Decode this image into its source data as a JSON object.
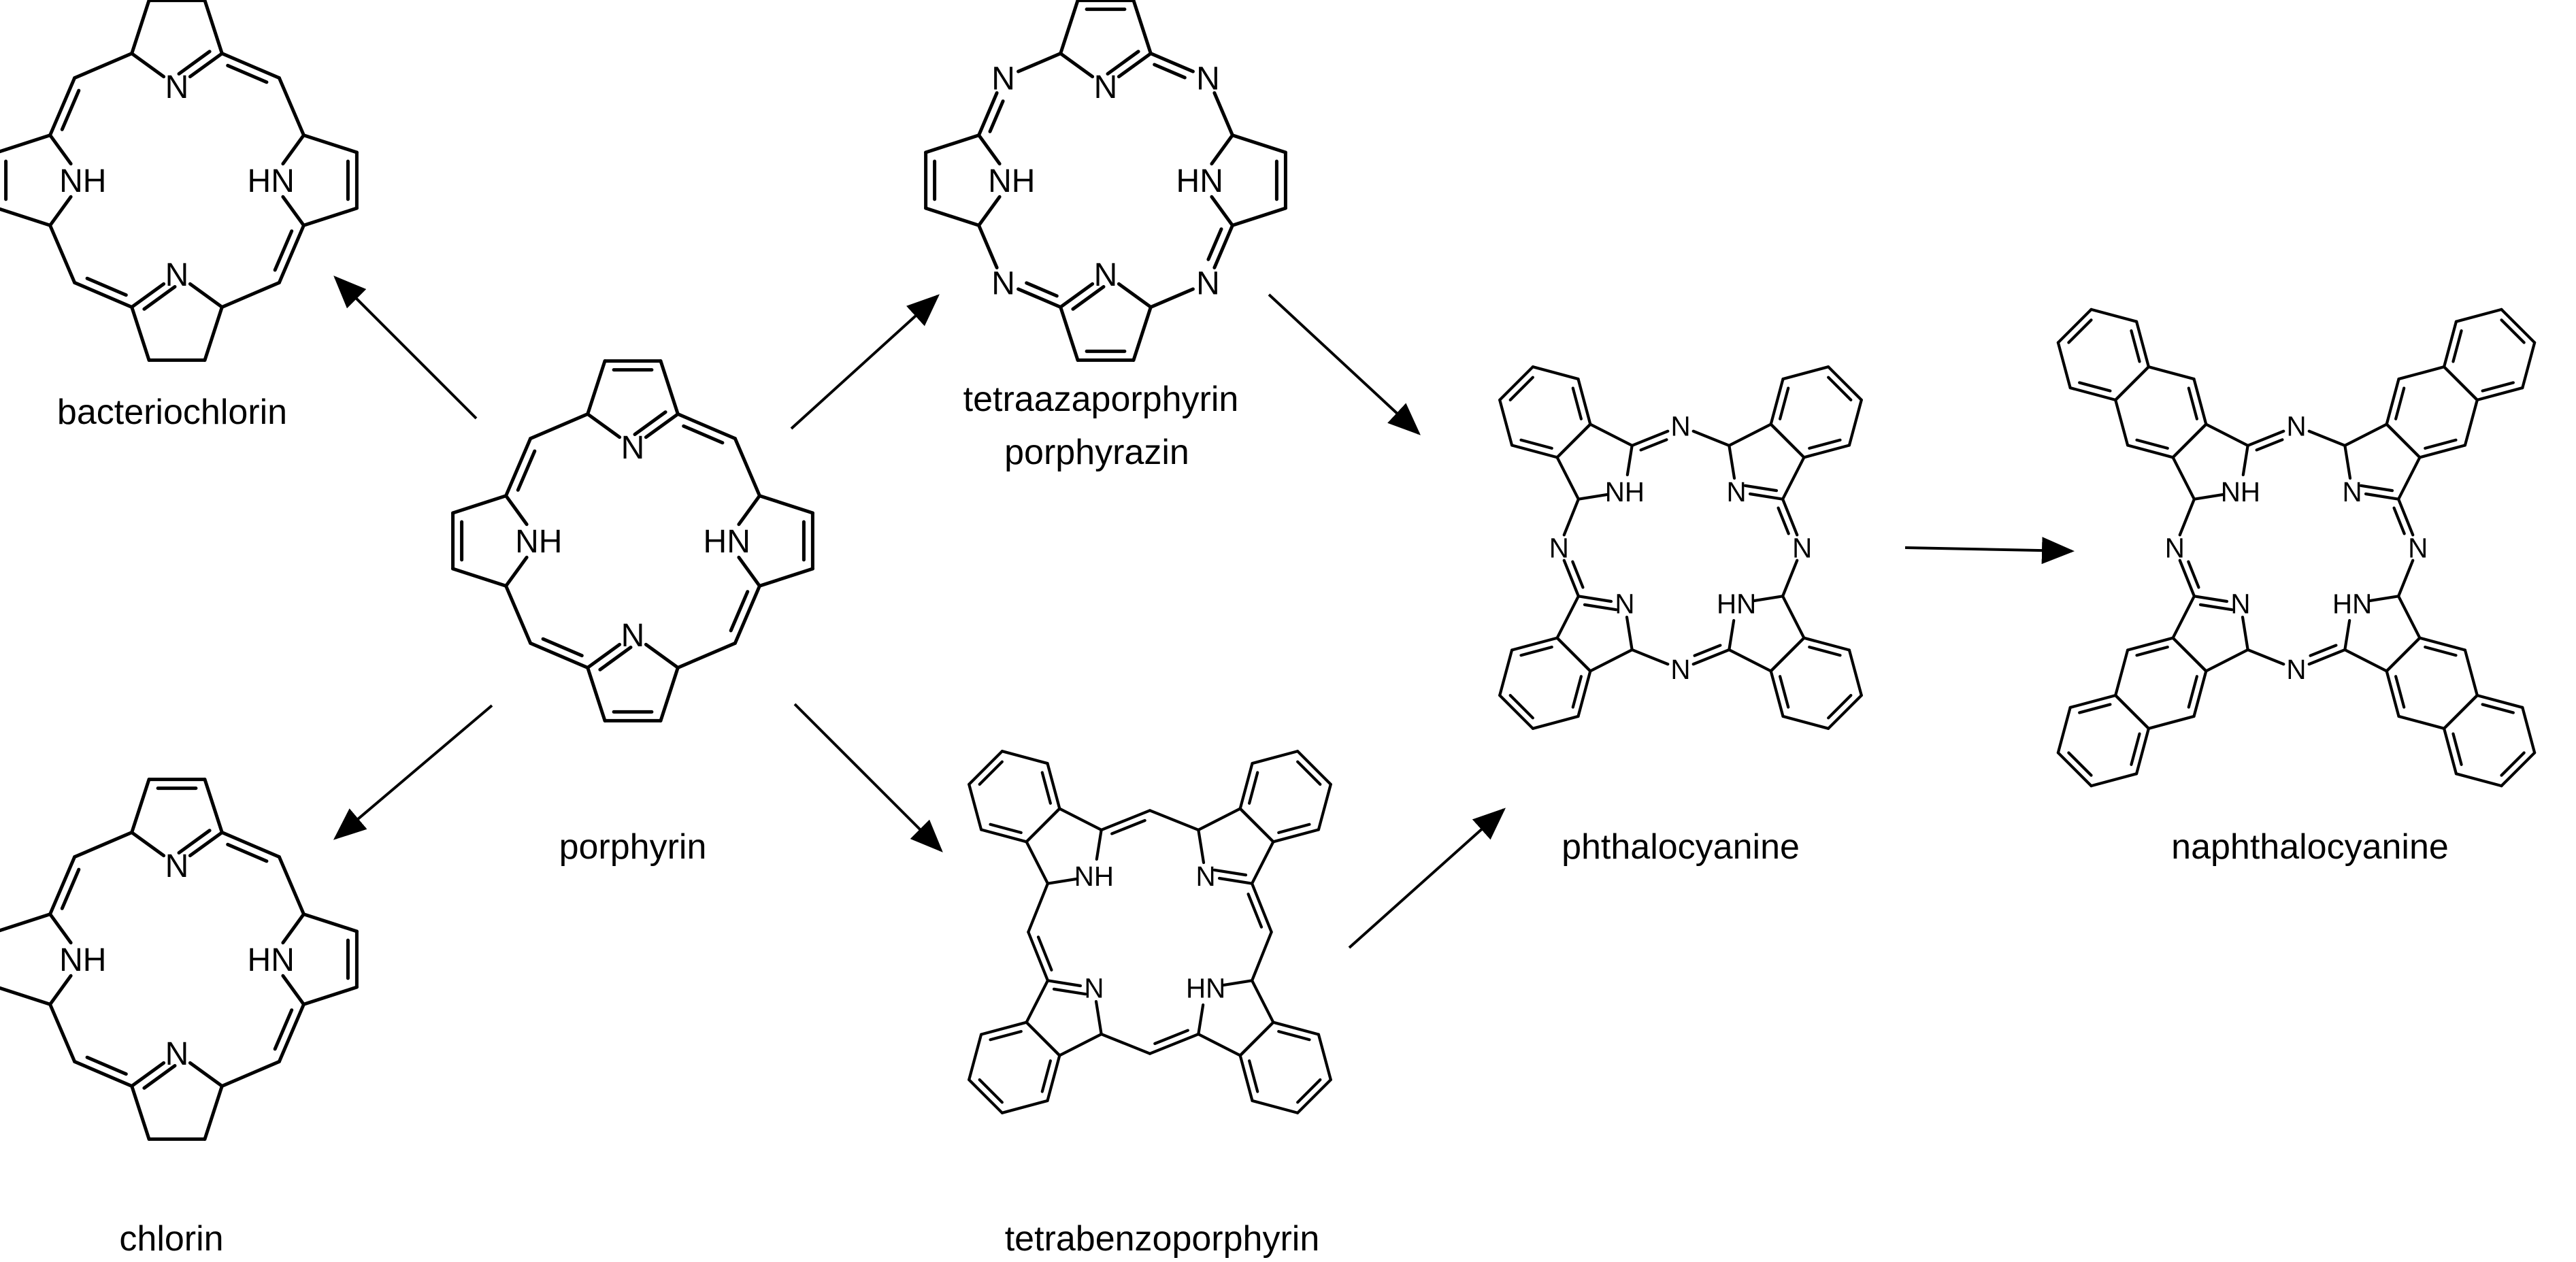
{
  "colors": {
    "ink": "#000000",
    "background": "#ffffff"
  },
  "atom_labels": {
    "n": "N",
    "nh": "NH",
    "hn": "HN",
    "h": "H"
  },
  "captions": {
    "bacteriochlorin": "bacteriochlorin",
    "porphyrin": "porphyrin",
    "chlorin": "chlorin",
    "tetraazaporphyrin_line1": "tetraazaporphyrin",
    "tetraazaporphyrin_line2": "porphyrazin",
    "tetrabenzoporphyrin": "tetrabenzoporphyrin",
    "phthalocyanine": "phthalocyanine",
    "naphthalocyanine": "naphthalocyanine"
  },
  "structures": [
    {
      "id": "porphyrin",
      "type": "porphyrin",
      "caption": "porphyrin"
    },
    {
      "id": "bacteriochlorin",
      "type": "bacteriochlorin",
      "caption": "bacteriochlorin"
    },
    {
      "id": "chlorin",
      "type": "chlorin",
      "caption": "chlorin"
    },
    {
      "id": "tetraazaporphyrin",
      "type": "tetraazaporphyrin",
      "caption": "tetraazaporphyrin porphyrazin"
    },
    {
      "id": "tetrabenzoporphyrin",
      "type": "tetrabenzoporphyrin",
      "caption": "tetrabenzoporphyrin"
    },
    {
      "id": "phthalocyanine",
      "type": "phthalocyanine",
      "caption": "phthalocyanine"
    },
    {
      "id": "naphthalocyanine",
      "type": "naphthalocyanine",
      "caption": "naphthalocyanine"
    }
  ],
  "reactions": [
    {
      "from": "porphyrin",
      "to": "bacteriochlorin"
    },
    {
      "from": "porphyrin",
      "to": "chlorin"
    },
    {
      "from": "porphyrin",
      "to": "tetraazaporphyrin"
    },
    {
      "from": "porphyrin",
      "to": "tetrabenzoporphyrin"
    },
    {
      "from": "tetraazaporphyrin",
      "to": "phthalocyanine"
    },
    {
      "from": "tetrabenzoporphyrin",
      "to": "phthalocyanine"
    },
    {
      "from": "phthalocyanine",
      "to": "naphthalocyanine"
    }
  ]
}
